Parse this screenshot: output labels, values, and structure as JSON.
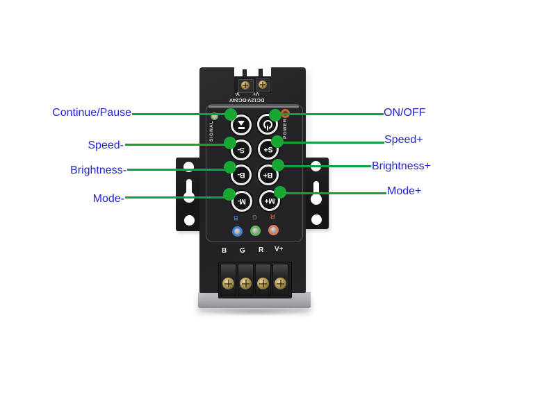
{
  "colors": {
    "annotation_text": "#2323cf",
    "annotation_line": "#12a238",
    "annotation_dot": "#18a733",
    "channel_blue": "#3a6fd8",
    "channel_green": "#4a7a46",
    "channel_red": "#cc6432"
  },
  "annotations": {
    "left": [
      {
        "label": "Continue/Pause"
      },
      {
        "label": "Speed-"
      },
      {
        "label": "Brightness-"
      },
      {
        "label": "Mode-"
      }
    ],
    "right": [
      {
        "label": "ON/OFF"
      },
      {
        "label": "Speed+"
      },
      {
        "label": "Brightness+"
      },
      {
        "label": "Mode+"
      }
    ]
  },
  "device": {
    "power_input": {
      "terminal_left": "V-",
      "terminal_right": "V+",
      "voltage_range": "DC12V-DC24V"
    },
    "status": {
      "signal_label": "SIGNAL",
      "power_label": "POWER"
    },
    "buttons": {
      "play_pause_icon": "play-pause",
      "power_icon": "power",
      "speed_minus": "S-",
      "speed_plus": "S+",
      "brightness_minus": "B-",
      "brightness_plus": "B+",
      "mode_minus": "M-",
      "mode_plus": "M+"
    },
    "channel_leds": [
      {
        "label": "B",
        "color": "#3a6fd8"
      },
      {
        "label": "G",
        "color": "#4a7a46"
      },
      {
        "label": "R",
        "color": "#cc6432"
      }
    ],
    "output_terminals": [
      "B",
      "G",
      "R",
      "V+"
    ]
  }
}
